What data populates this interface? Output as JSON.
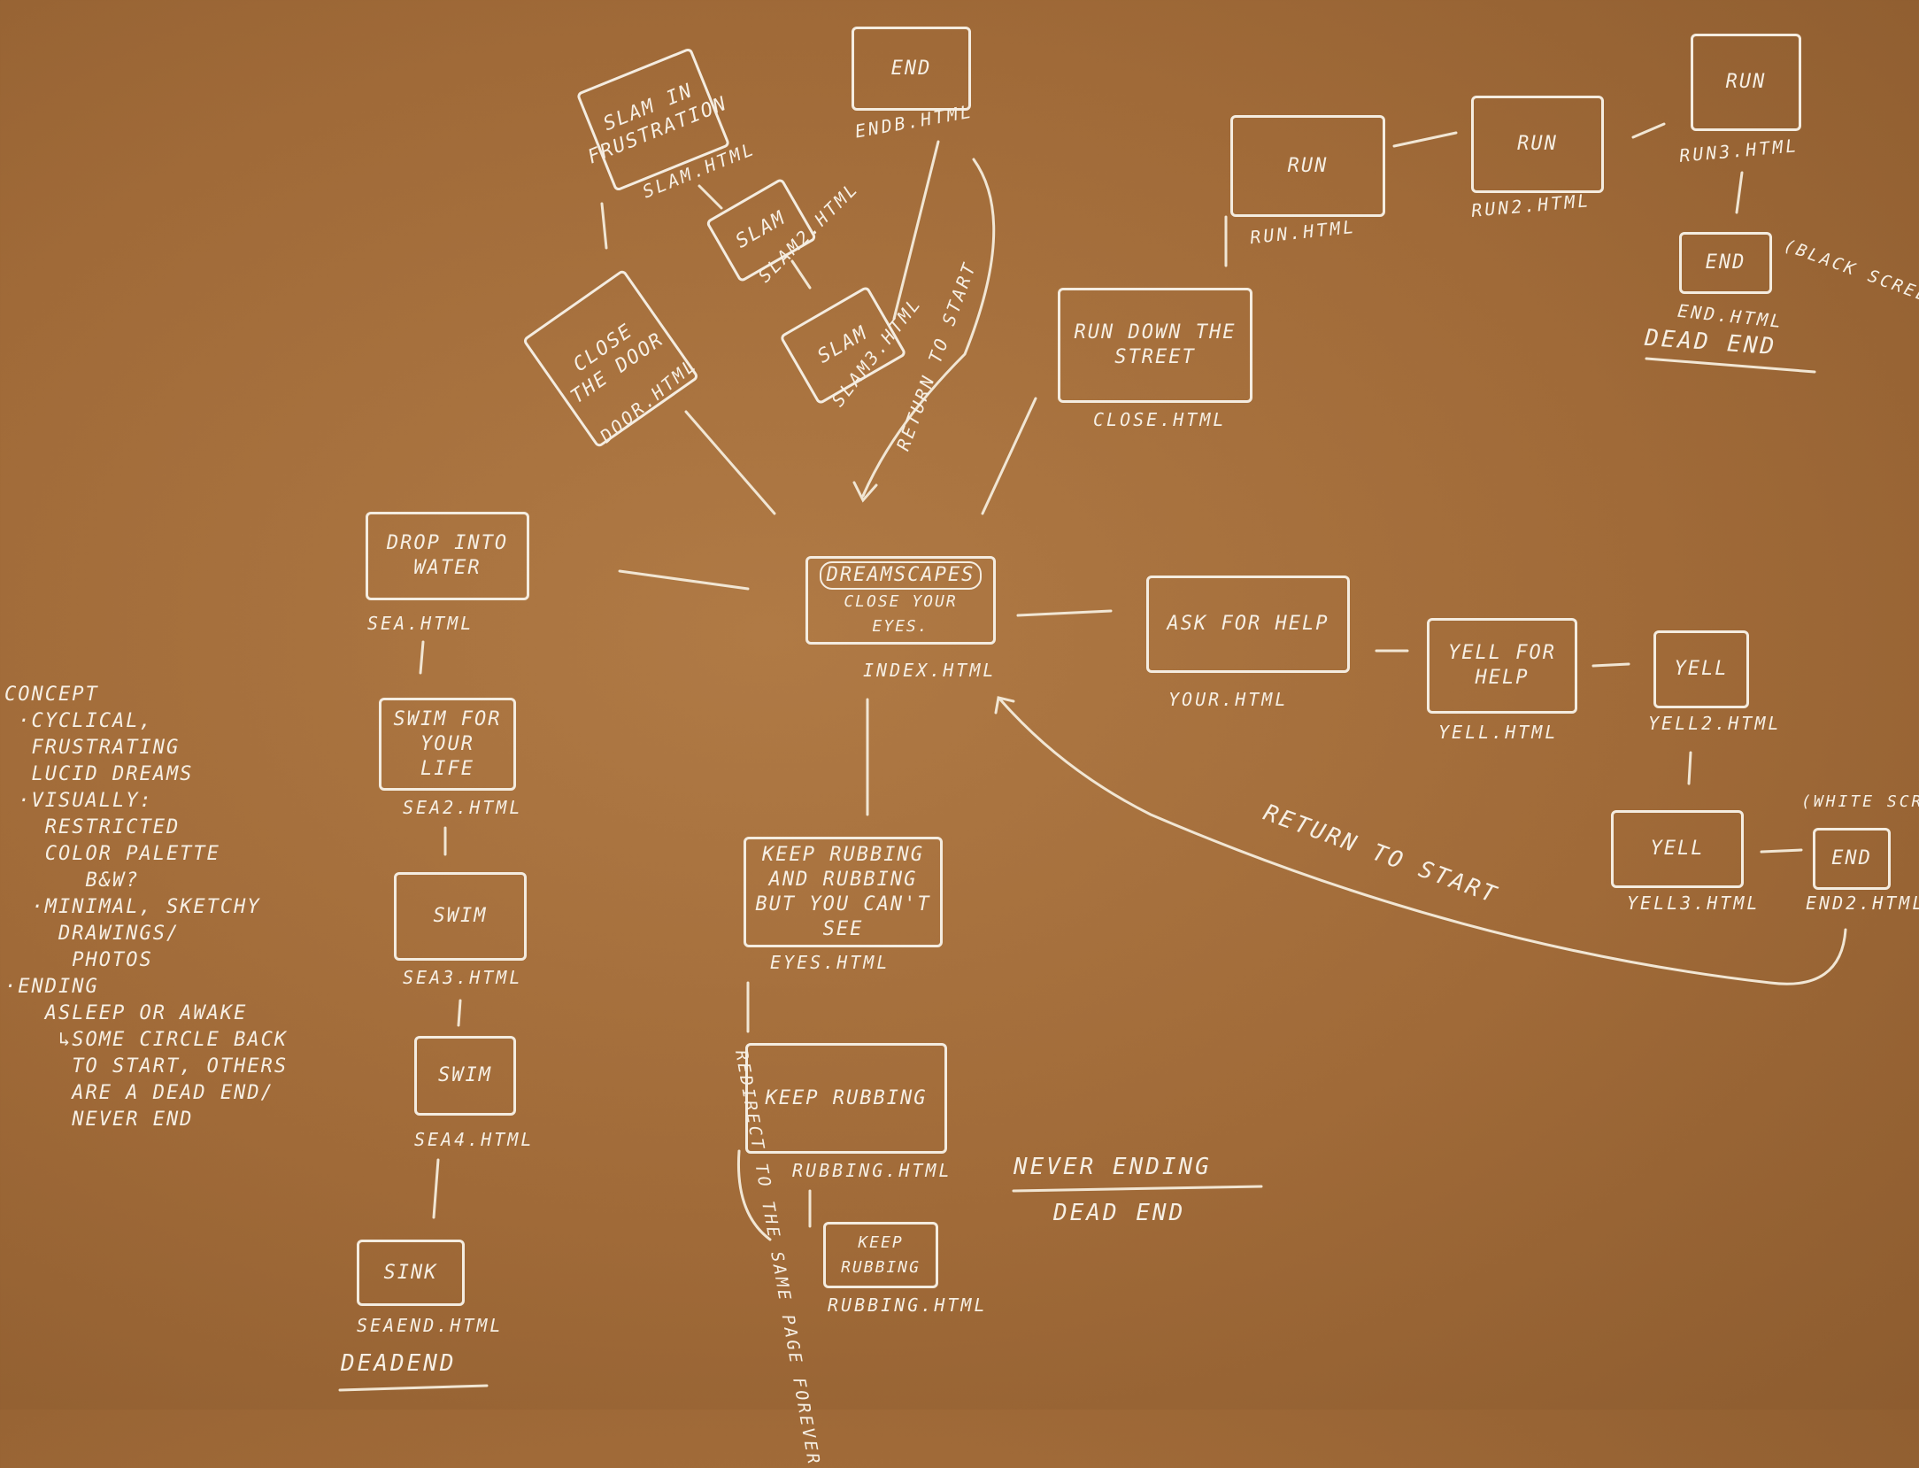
{
  "boxes": {
    "index_title": "DREAMSCAPES",
    "index_sub": "CLOSE YOUR EYES.",
    "slam_in": "SLAM IN FRUSTRATION",
    "end_b": "END",
    "slam2": "SLAM",
    "slam3": "SLAM",
    "close_door": "CLOSE THE DOOR",
    "run_down": "RUN DOWN THE STREET",
    "run1": "RUN",
    "run2": "RUN",
    "run3": "RUN",
    "end_run": "END",
    "drop": "DROP INTO WATER",
    "swim_life": "SWIM FOR YOUR LIFE",
    "swim3": "SWIM",
    "swim4": "SWIM",
    "sink": "SINK",
    "keep_rubbing_eyes": "KEEP RUBBING AND RUBBING BUT YOU CAN'T SEE",
    "keep_rubbing": "KEEP RUBBING",
    "keep_rubbing_small": "KEEP RUBBING",
    "ask_help": "ASK FOR HELP",
    "yell_help": "YELL FOR HELP",
    "yell2": "YELL",
    "yell3": "YELL",
    "end2": "END"
  },
  "labels": {
    "index": "INDEX.HTML",
    "slam": "SLAM.HTML",
    "end_b": "ENDB.HTML",
    "slam2": "SLAM2.HTML",
    "slam3": "SLAM3.HTML",
    "door": "DOOR.HTML",
    "close": "CLOSE.HTML",
    "run": "RUN.HTML",
    "run2": "RUN2.HTML",
    "run3": "RUN3.HTML",
    "end_run": "END.HTML",
    "black_screen": "(BLACK SCREEN)",
    "dead_end_run": "DEAD END",
    "sea": "SEA.HTML",
    "sea2": "SEA2.HTML",
    "sea3": "SEA3.HTML",
    "sea4": "SEA4.HTML",
    "seaend": "SEAEND.HTML",
    "deadend_sea": "DEADEND",
    "eyes": "EYES.HTML",
    "rubbing": "RUBBING.HTML",
    "rubbing_small": "RUBBING.HTML",
    "never_ending": "NEVER ENDING",
    "dead_end_rub": "DEAD END",
    "redirect": "REDIRECT TO THE SAME PAGE FOREVER",
    "your": "YOUR.HTML",
    "yell": "YELL.HTML",
    "yell2": "YELL2.HTML",
    "yell3": "YELL3.HTML",
    "end2": "END2.HTML",
    "white_screen": "(WHITE SCREEN)",
    "return_start_top": "RETURN TO START",
    "return_start_right": "RETURN TO START"
  },
  "notes": {
    "concept": "CONCEPT\n ·CYCLICAL,\n  FRUSTRATING\n  LUCID DREAMS\n ·VISUALLY:\n   RESTRICTED\n   COLOR PALETTE\n      B&W?\n  ·MINIMAL, SKETCHY\n    DRAWINGS/\n     PHOTOS\n·ENDING\n   ASLEEP OR AWAKE\n    ↳SOME CIRCLE BACK\n     TO START, OTHERS\n     ARE A DEAD END/\n     NEVER END"
  }
}
